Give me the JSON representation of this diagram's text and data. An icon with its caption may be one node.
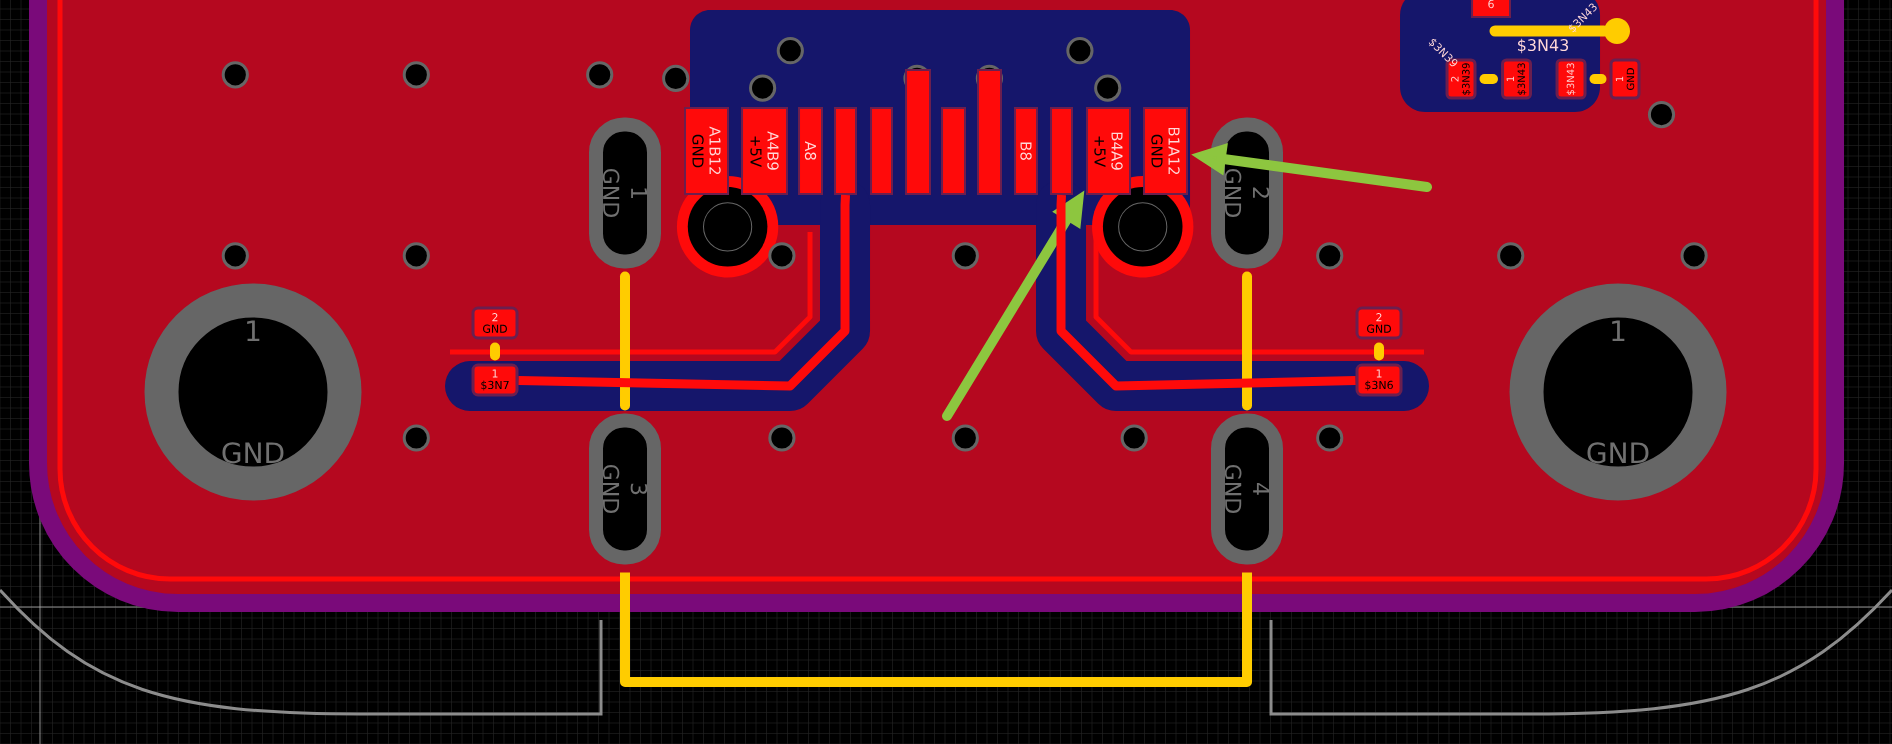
{
  "diagram": {
    "nodes": [
      {
        "text": [
          "A1B12",
          "GND"
        ]
      },
      {
        "text": [
          "A4B9",
          "+5V"
        ]
      },
      {
        "text": [
          "A8"
        ]
      },
      {
        "text": [],
        "shape": "box"
      },
      {
        "text": [],
        "shape": "box"
      },
      {
        "text": [],
        "shape": "box"
      },
      {
        "text": [],
        "shape": "box"
      },
      {
        "text": [],
        "shape": "box"
      },
      {
        "text": [
          "B8"
        ]
      },
      {
        "text": [],
        "shape": "box"
      },
      {
        "text": [
          "B4A9",
          "+5V"
        ]
      },
      {
        "text": [
          "B1A12",
          "GND"
        ]
      },
      {
        "text": [
          "6"
        ]
      },
      {
        "text": [
          "2",
          "$3N39"
        ]
      },
      {
        "text": [
          "1",
          "$3N43"
        ]
      },
      {
        "text": [
          "$3N43"
        ]
      },
      {
        "text": [
          "1",
          "GND"
        ]
      },
      {
        "text": [
          "1",
          "GND"
        ]
      },
      {
        "text": [
          "2",
          "GND"
        ]
      },
      {
        "text": [
          "2",
          "GND"
        ]
      },
      {
        "text": [
          "1",
          "$3N7"
        ]
      },
      {
        "text": [
          "2",
          "GND"
        ]
      },
      {
        "text": [
          "1",
          "$3N6"
        ]
      },
      {
        "text": [
          "1",
          "GND"
        ]
      },
      {
        "text": [
          "1",
          "GND"
        ]
      },
      {
        "text": [
          "3",
          "GND"
        ]
      },
      {
        "text": [
          "4",
          "GND"
        ]
      }
    ],
    "edges": [
      {
        "from": null,
        "to": 10,
        "arrow": "to",
        "color": "#8dc63f"
      },
      {
        "from": null,
        "to": 11,
        "arrow": "to",
        "color": "#8dc63f"
      },
      {
        "from": 17,
        "to": 25,
        "arrow": "none"
      },
      {
        "from": 18,
        "to": 26,
        "arrow": "none"
      },
      {
        "from": 25,
        "to": 26,
        "arrow": "none"
      },
      {
        "from": 19,
        "to": 20,
        "arrow": "none"
      },
      {
        "from": 21,
        "to": 22,
        "arrow": "none"
      },
      {
        "from": 13,
        "to": 14,
        "arrow": "none"
      },
      {
        "from": 15,
        "to": 16,
        "arrow": "none"
      },
      {
        "from": 20,
        "to": 3,
        "arrow": "none",
        "color": "#ff0a0a"
      },
      {
        "from": 22,
        "to": 9,
        "arrow": "none",
        "color": "#ff0a0a"
      }
    ],
    "labels": [
      "$3N43",
      "$3N39",
      "$3N43"
    ]
  }
}
